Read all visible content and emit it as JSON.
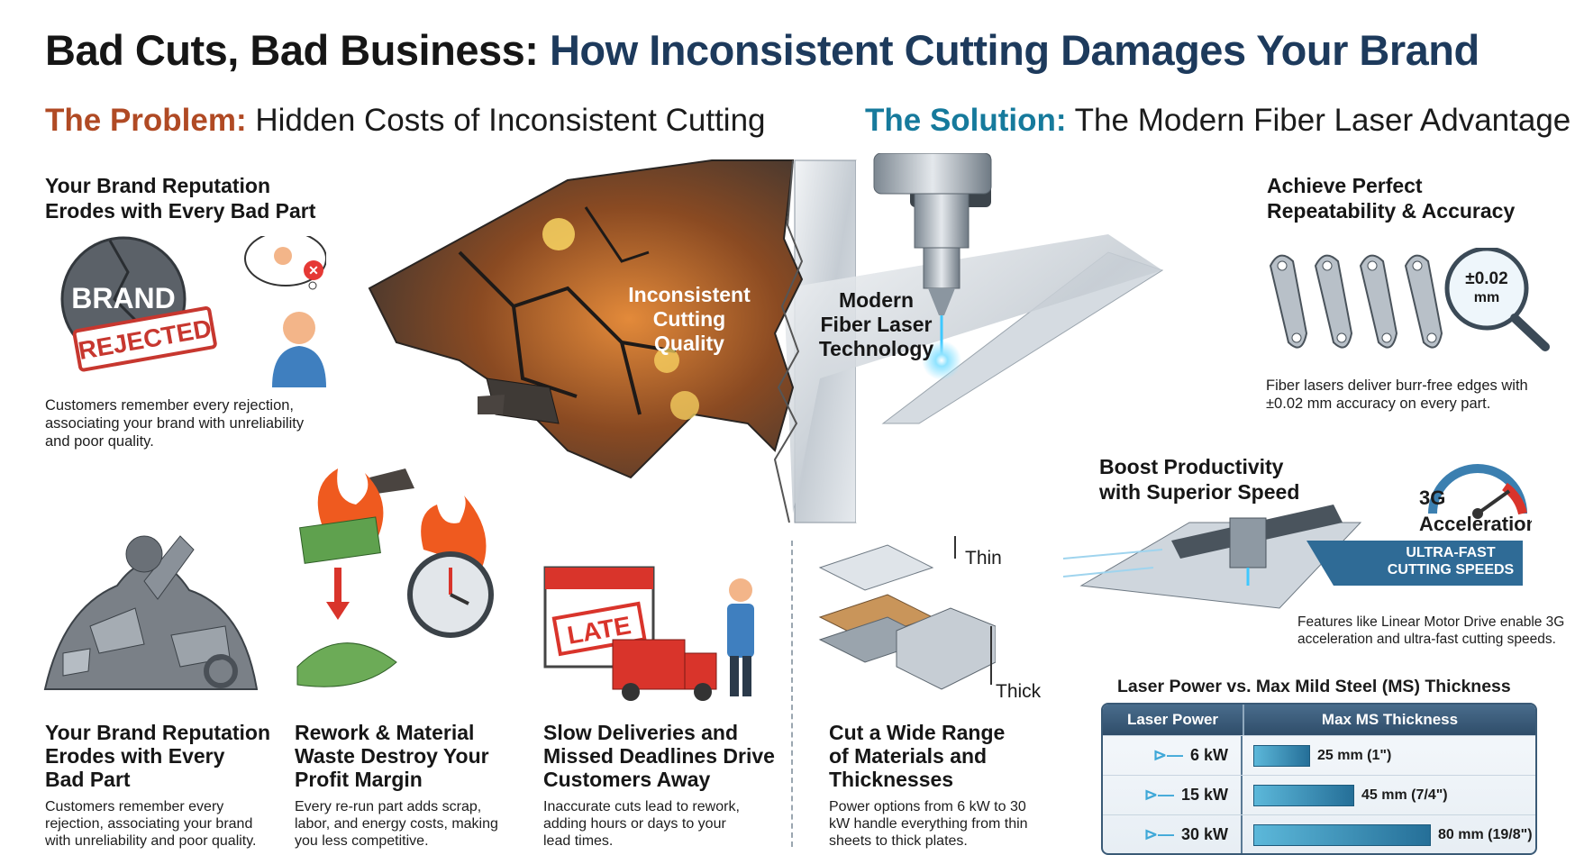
{
  "title": {
    "part1": "Bad Cuts, Bad Business:",
    "part2": "How Inconsistent Cutting Damages Your Brand"
  },
  "problem": {
    "key": "The Problem:",
    "text": "Hidden Costs of Inconsistent Cutting"
  },
  "solution": {
    "key": "The Solution:",
    "text": "The Modern Fiber Laser Advantage"
  },
  "center": {
    "left_label_lines": [
      "Inconsistent",
      "Cutting",
      "Quality"
    ],
    "right_label_lines": [
      "Modern",
      "Fiber Laser",
      "Technology"
    ]
  },
  "brand_top": {
    "heading_lines": [
      "Your Brand Reputation",
      "Erodes with Every Bad Part"
    ],
    "badge_word": "BRAND",
    "stamp": "REJECTED",
    "desc_lines": [
      "Customers remember every rejection,",
      "associating your brand with unreliability",
      "and poor quality."
    ]
  },
  "accuracy": {
    "heading_lines": [
      "Achieve Perfect",
      "Repeatability & Accuracy"
    ],
    "callout_lines": [
      "±0.02",
      "mm"
    ],
    "desc_lines": [
      "Fiber lasers deliver burr-free edges with",
      "±0.02 mm accuracy on every part."
    ]
  },
  "speed": {
    "heading_lines": [
      "Boost Productivity",
      "with Superior Speed"
    ],
    "gauge_label": "3G",
    "acceleration": "Acceleration",
    "banner_lines": [
      "ULTRA-FAST",
      "CUTTING SPEEDS"
    ],
    "desc_lines": [
      "Features like Linear Motor Drive enable 3G",
      "acceleration and ultra-fast cutting speeds."
    ]
  },
  "bottom": [
    {
      "heading_lines": [
        "Your Brand Reputation",
        "Erodes with Every",
        "Bad Part"
      ],
      "desc_lines": [
        "Customers remember every",
        "rejection, associating your brand",
        "with unreliability and poor quality."
      ]
    },
    {
      "heading_lines": [
        "Rework & Material",
        "Waste Destroy Your",
        "Profit Margin"
      ],
      "desc_lines": [
        "Every re-run part adds scrap,",
        "labor, and energy costs, making",
        "you less competitive."
      ]
    },
    {
      "heading_lines": [
        "Slow Deliveries and",
        "Missed Deadlines Drive",
        "Customers Away"
      ],
      "late_stamp": "LATE",
      "desc_lines": [
        "Inaccurate cuts lead to rework,",
        "adding hours or days to your",
        "lead times."
      ]
    },
    {
      "heading_lines": [
        "Cut a Wide Range",
        "of Materials and",
        "Thicknesses"
      ],
      "thin_label": "Thin",
      "thick_label": "Thick",
      "desc_lines": [
        "Power options from 6 kW to 30",
        "kW handle everything from thin",
        "sheets to thick plates."
      ]
    }
  ],
  "power_table": {
    "title": "Laser Power vs. Max Mild Steel (MS) Thickness",
    "col1": "Laser Power",
    "col2": "Max MS Thickness",
    "rows": [
      {
        "power": "6 kW",
        "thickness": "25 mm (1\")",
        "value_mm": 25
      },
      {
        "power": "15 kW",
        "thickness": "45 mm (7/4\")",
        "value_mm": 45
      },
      {
        "power": "30 kW",
        "thickness": "80 mm (19/8\")",
        "value_mm": 80
      }
    ]
  },
  "colors": {
    "problem": "#b04a24",
    "solution": "#167a9c",
    "title_dark": "#1d3a5c",
    "fire": "#e64a19",
    "table_header": "#2f4d69"
  }
}
